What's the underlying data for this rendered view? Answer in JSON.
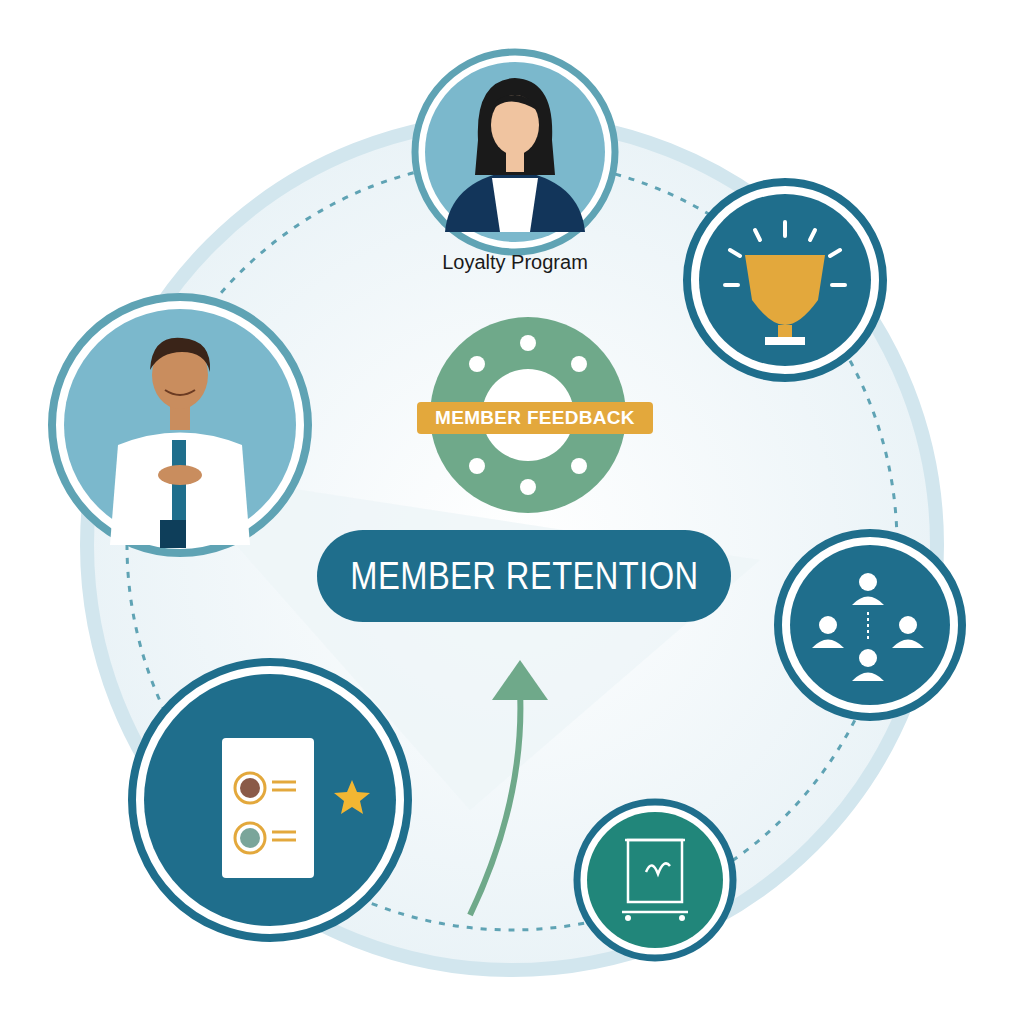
{
  "diagram": {
    "nodes": [
      {
        "text": [
          "Loyalty Program"
        ]
      },
      {
        "text": [
          "MEMBER FEEDBACK"
        ]
      },
      {
        "text": [
          "MEMBER RETENTION"
        ]
      }
    ]
  }
}
